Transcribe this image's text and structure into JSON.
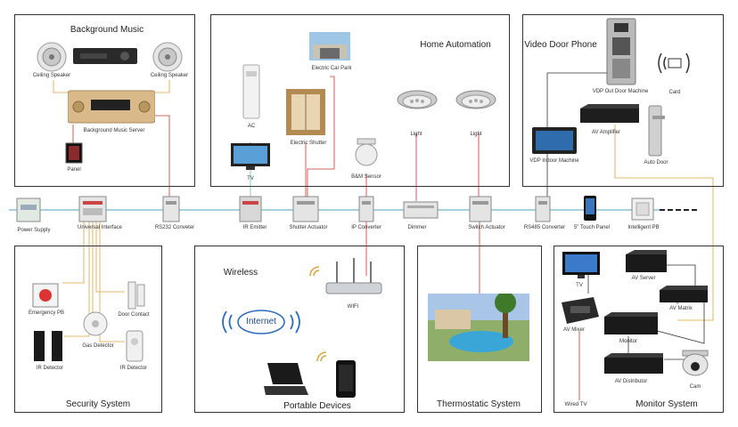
{
  "colors": {
    "bus": "#6fb7c8",
    "wire_red": "#c0392b",
    "wire_orange": "#e0a23a",
    "frame": "#333333"
  },
  "sections": {
    "background_music": "Background Music",
    "home_automation": "Home Automation",
    "video_door_phone": "Video Door Phone",
    "security_system": "Security System",
    "wireless": "Wireless",
    "portable_devices": "Portable Devices",
    "thermostatic_system": "Thermostatic System",
    "monitor_system": "Monitor System"
  },
  "background_music": {
    "ceiling_speaker_left": "Ceiling Speaker",
    "ceiling_speaker_right": "Ceiling Speaker",
    "server": "Background Music Server",
    "panel": "Panel"
  },
  "home_automation": {
    "car_park": "Electric Car Park",
    "ac": "AC",
    "shutter": "Electric Shutter",
    "tv": "TV",
    "light_left": "Light",
    "light_right": "Light",
    "bm_sensor": "B&M Sensor"
  },
  "video_door_phone": {
    "outdoor_machine": "VDP Out Door Machine",
    "card": "Card",
    "indoor_machine": "VDP Indoor Machine",
    "amplifier": "AV Amplifier",
    "auto_door": "Auto Door"
  },
  "bus_devices": {
    "power_supply": "Power Supply",
    "universal_interface": "Universal Interface",
    "rs232": "RS232 Conveter",
    "ir_emitter": "IR Emitter",
    "shutter_actuator": "Shutter Actuator",
    "ip_converter": "IP Converter",
    "dimmer": "Dimmer",
    "switch_actuator": "Switch Actuator",
    "rs485": "RS485 Converter",
    "touch_panel": "5\" Touch Panel",
    "intelligent_pb": "Intelligent PB"
  },
  "security": {
    "emergency_pb": "Emergency PB",
    "door_contact": "Door Contact",
    "gas_detector": "Gas Detector",
    "ir_detector_left": "IR Detector",
    "ir_detector_right": "IR Detector"
  },
  "wireless": {
    "internet": "Internet",
    "wifi": "WIFI"
  },
  "monitor": {
    "tv": "TV",
    "av_server": "AV Server",
    "av_matrix": "AV Matrix",
    "av_mixer": "AV Mixer",
    "monitor": "Monitor",
    "av_distributor": "AV Distributor",
    "cam": "Cam",
    "wired_tv": "Wired TV"
  }
}
